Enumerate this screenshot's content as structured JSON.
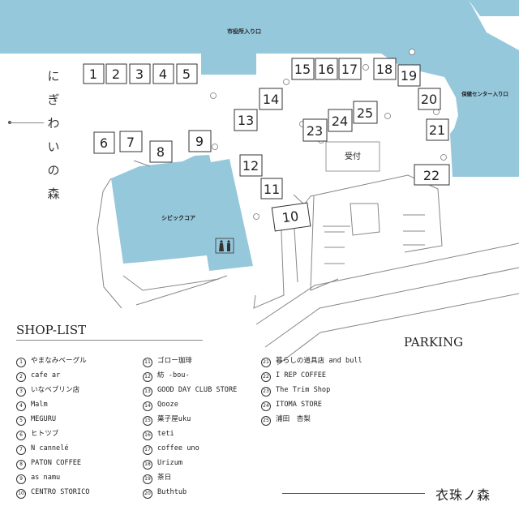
{
  "map": {
    "labels": {
      "city_hall_entrance": "市役所入り口",
      "health_center_entrance": "保健センター入り口",
      "civic_core": "シビックコア",
      "reception": "受付"
    },
    "booths": [
      {
        "id": "1"
      },
      {
        "id": "2"
      },
      {
        "id": "3"
      },
      {
        "id": "4"
      },
      {
        "id": "5"
      },
      {
        "id": "6"
      },
      {
        "id": "7"
      },
      {
        "id": "8"
      },
      {
        "id": "9"
      },
      {
        "id": "10"
      },
      {
        "id": "11"
      },
      {
        "id": "12"
      },
      {
        "id": "13"
      },
      {
        "id": "14"
      },
      {
        "id": "15"
      },
      {
        "id": "16"
      },
      {
        "id": "17"
      },
      {
        "id": "18"
      },
      {
        "id": "19"
      },
      {
        "id": "20"
      },
      {
        "id": "21"
      },
      {
        "id": "22"
      },
      {
        "id": "23"
      },
      {
        "id": "24"
      },
      {
        "id": "25"
      }
    ],
    "icons": {
      "restroom": "restroom-icon"
    },
    "colors": {
      "water": "#96c8dc",
      "civic_core": "#96c8dc",
      "line": "#888888"
    }
  },
  "side_label": "にぎわいの森",
  "shop_list": {
    "title": "SHOP-LIST",
    "items": [
      {
        "num": "1",
        "name": "やまなみベーグル"
      },
      {
        "num": "2",
        "name": "cafe ar"
      },
      {
        "num": "3",
        "name": "いなベブリン店"
      },
      {
        "num": "4",
        "name": "Malm"
      },
      {
        "num": "5",
        "name": "MEGURU"
      },
      {
        "num": "6",
        "name": "ヒトツブ"
      },
      {
        "num": "7",
        "name": "N cannelé"
      },
      {
        "num": "8",
        "name": "PATON COFFEE"
      },
      {
        "num": "9",
        "name": "as namu"
      },
      {
        "num": "10",
        "name": "CENTRO STORICO"
      },
      {
        "num": "11",
        "name": "ゴロー珈琲"
      },
      {
        "num": "12",
        "name": "紡 -bou-"
      },
      {
        "num": "13",
        "name": "GOOD DAY CLUB STORE"
      },
      {
        "num": "14",
        "name": "Qooze"
      },
      {
        "num": "15",
        "name": "菓子屋uku"
      },
      {
        "num": "16",
        "name": "teti"
      },
      {
        "num": "17",
        "name": "coffee uno"
      },
      {
        "num": "18",
        "name": "Urizum"
      },
      {
        "num": "19",
        "name": "茶日"
      },
      {
        "num": "20",
        "name": "Buthtub"
      },
      {
        "num": "21",
        "name": "暮らしの道具店 and bull"
      },
      {
        "num": "22",
        "name": "I REP COFFEE"
      },
      {
        "num": "23",
        "name": "The Trim Shop"
      },
      {
        "num": "24",
        "name": "ITOMA STORE"
      },
      {
        "num": "25",
        "name": "浦田　杏梨"
      }
    ]
  },
  "parking_label": "PARKING",
  "brand": "衣珠ノ森"
}
